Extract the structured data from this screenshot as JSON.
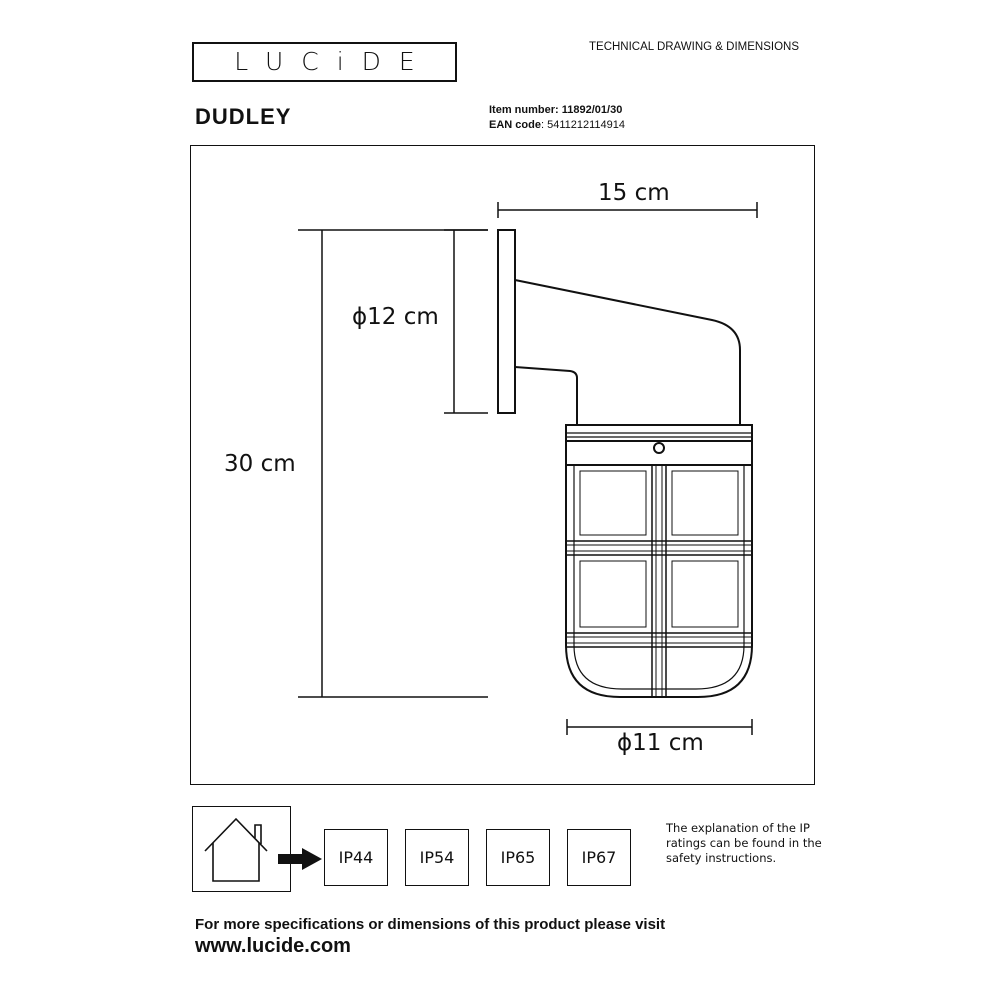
{
  "header": {
    "logo_text": "LUCiDE",
    "document_type": "TECHNICAL DRAWING & DIMENSIONS"
  },
  "product": {
    "name": "DUDLEY",
    "item_number_label": "Item number:",
    "item_number": "11892/01/30",
    "ean_label": "EAN code",
    "ean": ": 5411212114914"
  },
  "dimensions": {
    "width": "15 cm",
    "plate_diameter": "ϕ12 cm",
    "height": "30 cm",
    "cage_diameter": "ϕ11 cm"
  },
  "ip_ratings": [
    {
      "label": "IP44"
    },
    {
      "label": "IP54"
    },
    {
      "label": "IP65"
    },
    {
      "label": "IP67"
    }
  ],
  "ip_note": "The explanation of the IP ratings can be found in the safety instructions.",
  "footer": {
    "line": "For more specifications or dimensions of this product please visit",
    "url": "www.lucide.com"
  },
  "icons": {
    "house": "house-icon",
    "arrow": "arrow-right-icon"
  }
}
